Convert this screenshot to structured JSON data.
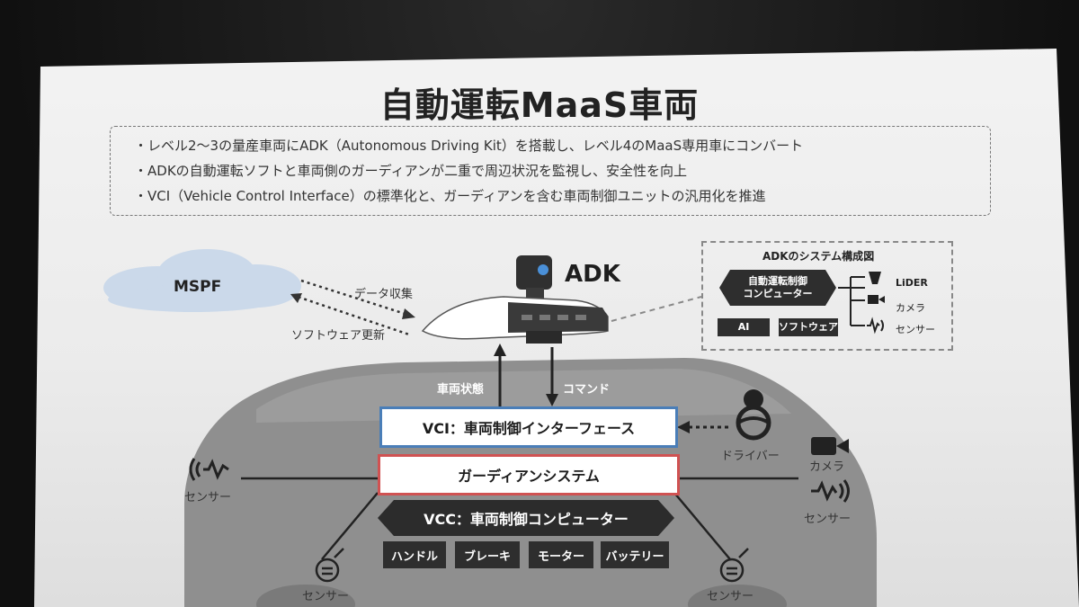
{
  "slide": {
    "title": "自動運転MaaS車両",
    "bullets": [
      "レベル2～3の量産車両にADK（Autonomous Driving Kit）を搭載し、レベル4のMaaS専用車にコンバート",
      "ADKの自動運転ソフトと車両側のガーディアンが二重で周辺状況を監視し、安全性を向上",
      "VCI（Vehicle Control Interface）の標準化と、ガーディアンを含む車両制御ユニットの汎用化を推進"
    ]
  },
  "diagram": {
    "cloud_label": "MSPF",
    "arrow_data_collection": "データ収集",
    "arrow_software_update": "ソフトウェア更新",
    "adk_label": "ADK",
    "arrow_vehicle_state": "車両状態",
    "arrow_command": "コマンド",
    "vci": "VCI：車両制御インターフェース",
    "guardian": "ガーディアンシステム",
    "vcc": "VCC：車両制御コンピューター",
    "parts": [
      "ハンドル",
      "ブレーキ",
      "モーター",
      "バッテリー"
    ],
    "driver_label": "ドライバー",
    "sensor_left": "センサー",
    "sensor_right": "センサー",
    "sensor_bottom_left": "センサー",
    "sensor_bottom_right": "センサー",
    "camera_right": "カメラ",
    "adk_system": {
      "title": "ADKのシステム構成図",
      "computer": [
        "自動運転制御",
        "コンピューター"
      ],
      "ai": "AI",
      "software": "ソフトウェア",
      "lidar": "LiDER",
      "camera": "カメラ",
      "sensor": "センサー"
    }
  },
  "colors": {
    "vci_border": "#4a7eb8",
    "guardian_border": "#d05252",
    "cloud": "#cbd9ea",
    "car_silhouette": "#8f8f8f",
    "dark_block": "#2e2e2e"
  }
}
